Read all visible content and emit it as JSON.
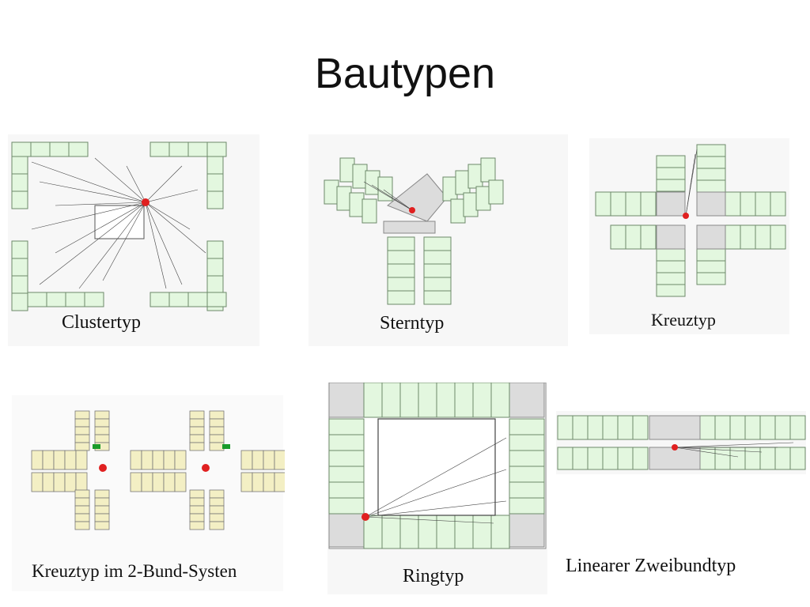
{
  "slide": {
    "title": "Bautypen"
  },
  "diagrams": [
    {
      "id": "cluster",
      "caption": "Clustertyp"
    },
    {
      "id": "stern",
      "caption": "Sterntyp"
    },
    {
      "id": "kreuz",
      "caption": "Kreuztyp"
    },
    {
      "id": "kreuz2bund",
      "caption": "Kreuztyp im 2-Bund-Systen"
    },
    {
      "id": "ring",
      "caption": "Ringtyp"
    },
    {
      "id": "linear",
      "caption": "Linearer Zweibundtyp"
    }
  ],
  "colors": {
    "room": "#e3f7df",
    "room_stroke": "#6c8a6a",
    "core": "#dcdcdc",
    "nurse_station": "#e02020",
    "plan_rooms": "#f3efc4",
    "accent_green": "#1a9b2a"
  }
}
